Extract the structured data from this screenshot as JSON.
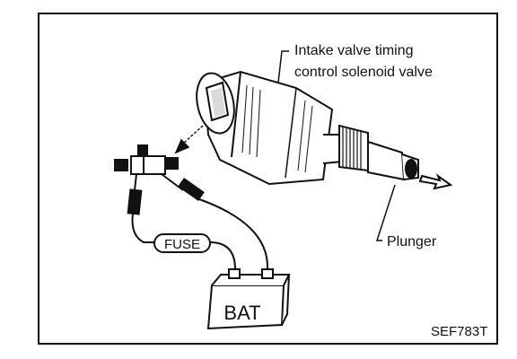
{
  "labels": {
    "valve_title_line1": "Intake valve timing",
    "valve_title_line2": "control solenoid valve",
    "plunger": "Plunger",
    "fuse": "FUSE",
    "battery": "BAT",
    "figure_code": "SEF783T"
  },
  "colors": {
    "ink": "#111111",
    "background": "#ffffff"
  }
}
